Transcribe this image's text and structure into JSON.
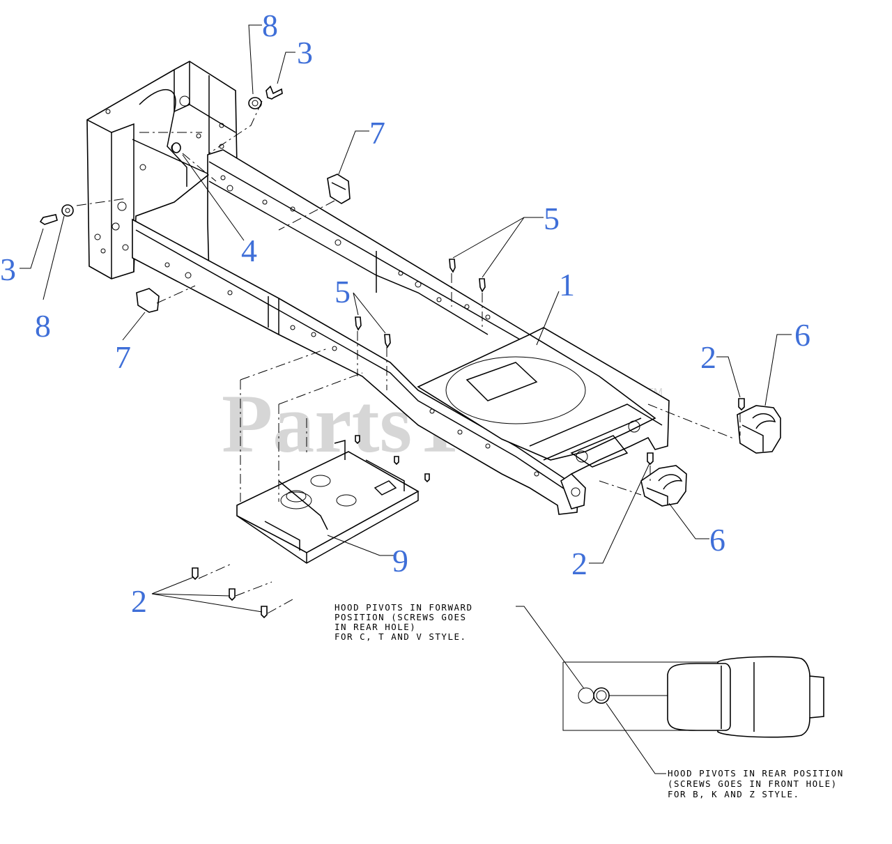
{
  "watermark": {
    "text": "PartsTree",
    "tm": "TM"
  },
  "callouts": {
    "c1": "1",
    "c2a": "2",
    "c2b": "2",
    "c2c": "2",
    "c3a": "3",
    "c3b": "3",
    "c4": "4",
    "c5a": "5",
    "c5b": "5",
    "c6a": "6",
    "c6b": "6",
    "c7a": "7",
    "c7b": "7",
    "c8a": "8",
    "c8b": "8",
    "c9": "9"
  },
  "notes": {
    "forward": [
      "HOOD PIVOTS IN FORWARD",
      "POSITION (SCREWS GOES",
      "IN REAR HOLE)",
      "FOR C, T AND V STYLE."
    ],
    "rear": [
      "HOOD PIVOTS IN REAR POSITION",
      "(SCREWS GOES IN FRONT HOLE)",
      "FOR B, K AND Z STYLE."
    ]
  }
}
